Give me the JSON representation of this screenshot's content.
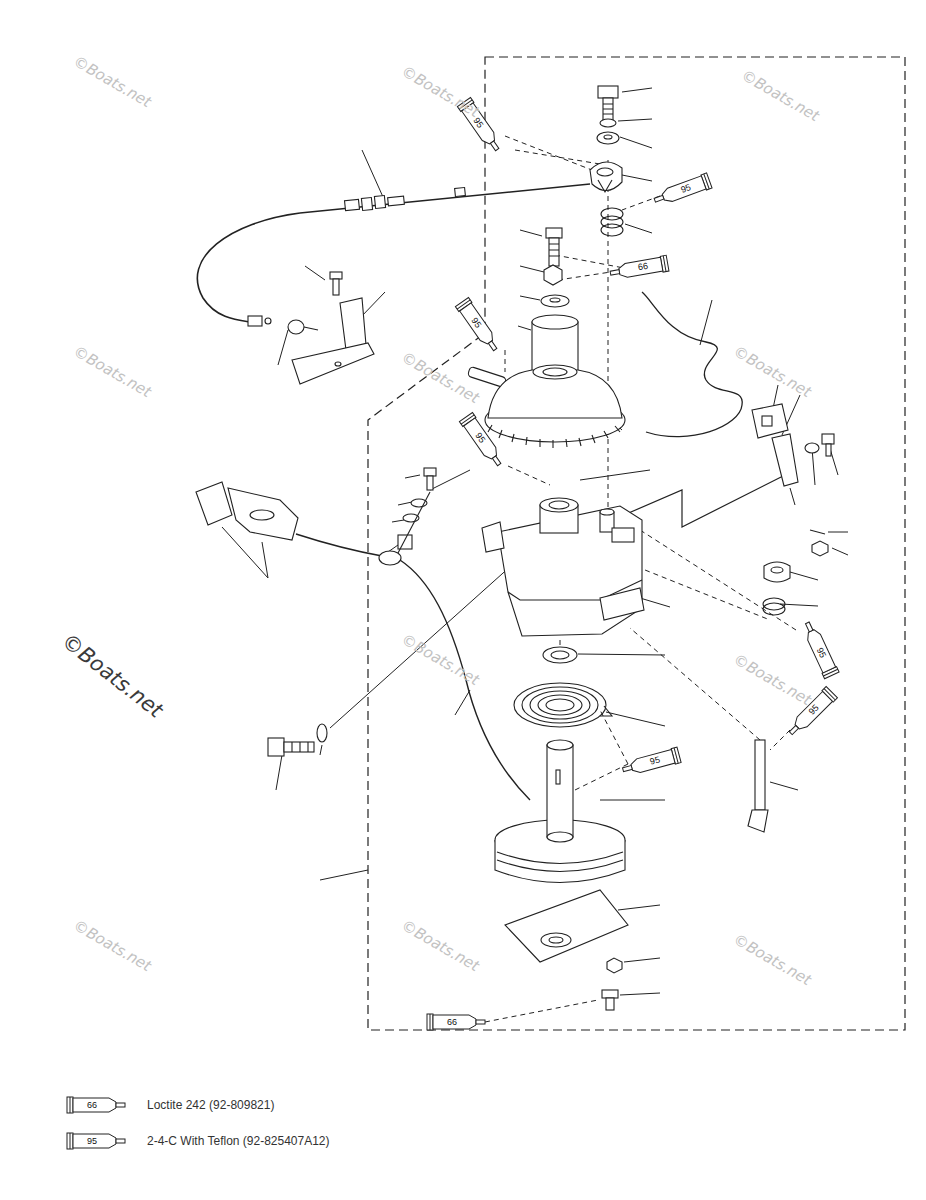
{
  "diagram": {
    "labels": [
      "©Boats.net",
      "©Boats.net",
      "95",
      "©Boats.net",
      "95",
      "66",
      "95",
      "©Boats.net",
      "©Boats.net",
      "©Boats.net",
      "95",
      "95",
      "©Boats.net",
      "©Boats.net",
      "©Boats.net",
      "95",
      "95",
      "©Boats.net",
      "©Boats.net",
      "©Boats.net",
      "66",
      "66",
      "95"
    ],
    "legend": [
      {
        "text": "Loctite 242 (92-809821)"
      },
      {
        "text": "2-4-C With Teflon (92-825407A12)"
      }
    ]
  }
}
